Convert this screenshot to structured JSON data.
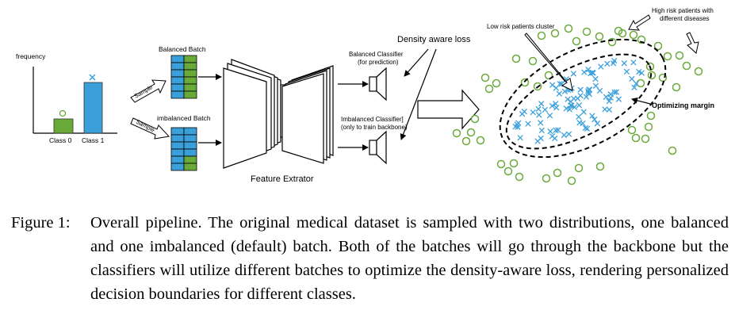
{
  "histogram": {
    "y_label": "frequency",
    "class0_label": "Class 0",
    "class1_label": "Class 1"
  },
  "batches": {
    "balanced_label": "Balanced Batch",
    "imbalanced_label": "imbalanced Batch",
    "sample_label": "Sample"
  },
  "backbone": {
    "label": "Feature Extrator"
  },
  "classifiers": {
    "balanced_line1": "Balanced Classifier",
    "balanced_line2": "(for prediction)",
    "imbalanced_line1": "Imbalanced Classifier]",
    "imbalanced_line2": "(only to train backbone)",
    "loss_label": "Density aware loss"
  },
  "scatter": {
    "low_risk_label": "Low risk patients cluster",
    "high_risk_line1": "High risk patients  with",
    "high_risk_line2": "different diseases",
    "margin_label": "Optimizing margin"
  },
  "colors": {
    "green": "#6aaa3a",
    "blue": "#3b9fd9",
    "cross_blue": "#3ca0dc"
  },
  "caption": {
    "label": "Figure 1:",
    "text": "Overall pipeline. The original medical dataset is sampled with two distributions, one balanced and one imbalanced (default) batch. Both of the batches will go through the backbone but the classifiers will utilize different batches to optimize the density-aware loss, rendering personalized decision boundaries for different classes."
  }
}
